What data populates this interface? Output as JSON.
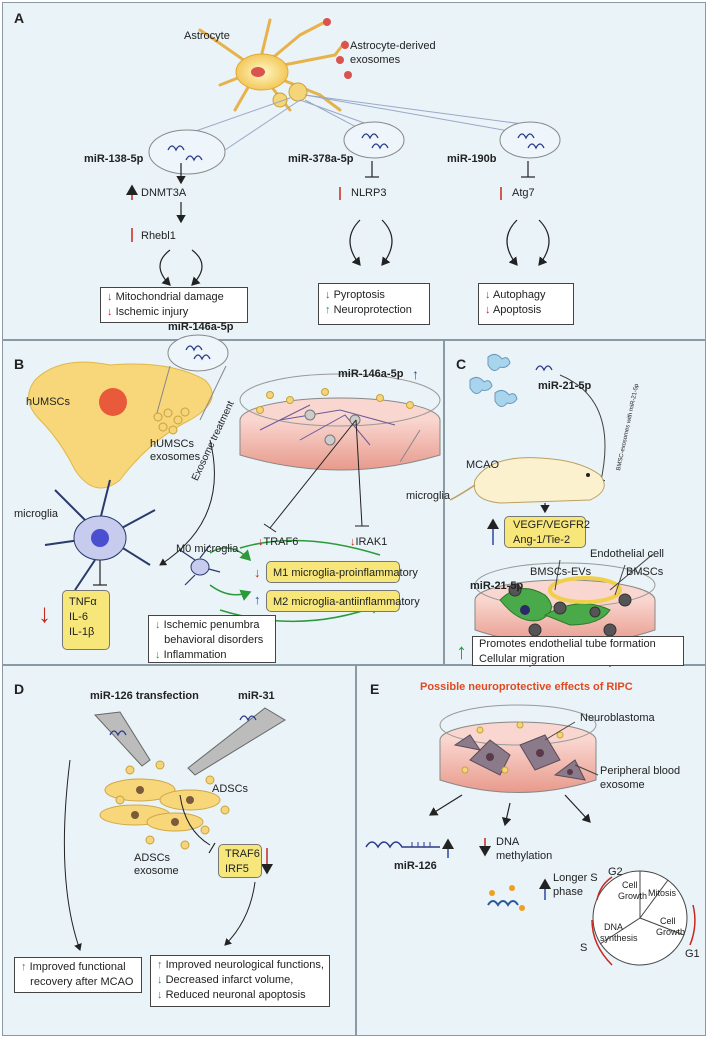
{
  "panels": {
    "a": {
      "label": "A",
      "astrocyte": "Astrocyte",
      "exosomes": [
        "Astrocyte-derived",
        "exosomes"
      ],
      "branches": [
        {
          "mirna": "miR-138-5p",
          "target1": "DNMT3A",
          "target2": "Rhebl1",
          "outcomes": [
            "Mitochondrial damage",
            "Ischemic injury"
          ]
        },
        {
          "mirna": "miR-378a-5p",
          "target1": "NLRP3",
          "outcomes": [
            "Pyroptosis",
            "Neuroprotection"
          ]
        },
        {
          "mirna": "miR-190b",
          "target1": "Atg7",
          "outcomes": [
            "Autophagy",
            "Apoptosis"
          ]
        }
      ]
    },
    "b": {
      "label": "B",
      "mirna_top": "miR-146a-5p",
      "mirna_right": "miR-146a-5p",
      "hucs": "hUMSCs",
      "hucs_exo": [
        "hUMSCs",
        "exosomes"
      ],
      "microglia_left": "microglia",
      "microglia_dish": "microglia",
      "exosome_treatment": "Exosome treatment",
      "traf6": "TRAF6",
      "irak1": "IRAK1",
      "m0": "M0 microglia",
      "m1": "M1 microglia-proinflammatory",
      "m2": "M2 microglia-antiinflammatory",
      "cytokines": [
        "TNFα",
        "IL-6",
        "IL-1β"
      ],
      "outcomes": [
        "Ischemic penumbra",
        "behavioral disorders",
        "Inflammation"
      ]
    },
    "c": {
      "label": "C",
      "mirna_top": "miR-21-5p",
      "arc_text": "BMSC-exosomes with miR-21-5p",
      "mcao": "MCAO",
      "factors": [
        "VEGF/VEGFR2",
        "Ang-1/Tie-2"
      ],
      "endothelial": "Endothelial cell",
      "evs": "BMSCs-EVs",
      "bmscs": "BMSCs",
      "mirna_dish": "miR-21-5p",
      "outcomes": [
        "Promotes endothelial tube formation",
        "Cellular migration"
      ]
    },
    "d": {
      "label": "D",
      "transfection": "miR-126 transfection",
      "mir31": "miR-31",
      "adscs": "ADSCs",
      "adscs_exo": [
        "ADSCs",
        "exosome"
      ],
      "targets": [
        "TRAF6",
        "IRF5"
      ],
      "outcome_left": [
        "Improved functional",
        "recovery after MCAO"
      ],
      "outcome_right": [
        "Improved neurological functions,",
        "Decreased infarct volume,",
        "Reduced neuronal apoptosis"
      ]
    },
    "e": {
      "label": "E",
      "title": "Possible neuroprotective effects of RIPC",
      "neuroblastoma": "Neuroblastoma",
      "pb_exo": [
        "Peripheral blood",
        "exosome"
      ],
      "mirna": "miR-126",
      "dna": [
        "DNA",
        "methylation"
      ],
      "longer_s": [
        "Longer S",
        "phase"
      ],
      "cycle": {
        "g2": "G2",
        "g1": "G1",
        "s": "S",
        "mitosis": "Mitosis",
        "growth1": [
          "Cell",
          "Growth"
        ],
        "growth2": [
          "Cell",
          "Growth"
        ],
        "synth": [
          "DNA",
          "synthesis"
        ]
      }
    }
  },
  "colors": {
    "panel_bg": "#e9f3f8",
    "red": "#c8281e",
    "green": "#2a9a3a",
    "blue": "#2a4aa8",
    "yellow_box": "#f7e77a"
  }
}
